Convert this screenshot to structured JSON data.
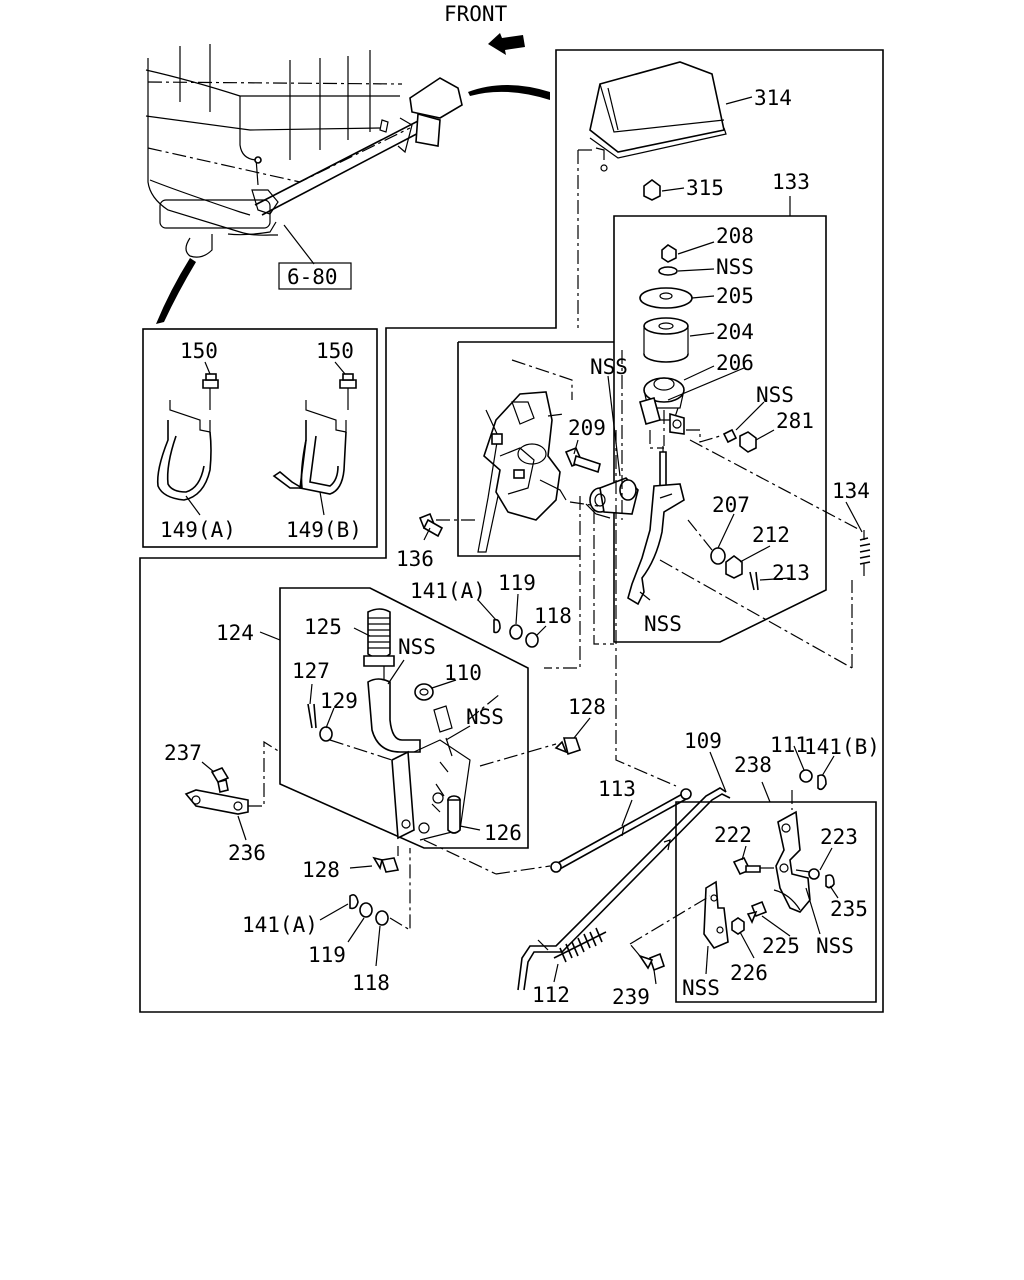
{
  "header": {
    "front_label": "FRONT"
  },
  "reference_box": {
    "label": "6-80"
  },
  "callouts": {
    "c314": "314",
    "c315": "315",
    "c133": "133",
    "c208": "208",
    "nss_washer": "NSS",
    "c205": "205",
    "c204": "204",
    "c206": "206",
    "nss_top": "NSS",
    "nss_right": "NSS",
    "c281": "281",
    "c209": "209",
    "c134": "134",
    "c207": "207",
    "c212": "212",
    "c213": "213",
    "nss_pedal": "NSS",
    "c136": "136",
    "c150_a": "150",
    "c150_b": "150",
    "c149a": "149(A)",
    "c149b": "149(B)",
    "c141a_top": "141(A)",
    "c119_top": "119",
    "c118_top": "118",
    "c124": "124",
    "c125": "125",
    "nss_grip": "NSS",
    "c110": "110",
    "c127": "127",
    "c129": "129",
    "nss_lever": "NSS",
    "c128_top": "128",
    "c237": "237",
    "c236": "236",
    "c126": "126",
    "c128_bot": "128",
    "c141a_bot": "141(A)",
    "c119_bot": "119",
    "c118_bot": "118",
    "c113": "113",
    "c109": "109",
    "c111": "111",
    "c141b": "141(B)",
    "c238": "238",
    "c222": "222",
    "c223": "223",
    "c235": "235",
    "c225": "225",
    "nss_bracket": "NSS",
    "c226": "226",
    "nss_bottom": "NSS",
    "c239": "239",
    "c112": "112"
  }
}
